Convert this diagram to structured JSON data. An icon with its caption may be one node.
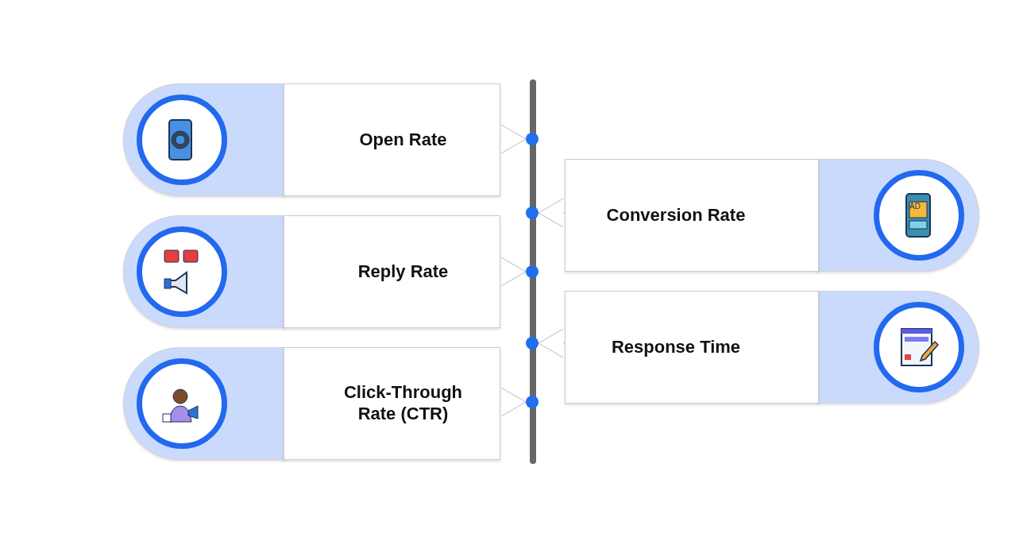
{
  "diagram": {
    "nodes": [
      {
        "text": [
          "Open Rate"
        ]
      },
      {
        "text": [
          "Conversion Rate"
        ]
      },
      {
        "text": [
          "Reply Rate"
        ]
      },
      {
        "text": [
          "Response Time"
        ]
      },
      {
        "text": [
          "Click-Through Rate (CTR)"
        ]
      },
      {
        "text": [],
        "shape": "circle"
      },
      {
        "text": [],
        "shape": "circle"
      },
      {
        "text": [],
        "shape": "circle"
      },
      {
        "text": [],
        "shape": "circle"
      },
      {
        "text": [],
        "shape": "circle"
      }
    ],
    "edges": [
      {
        "from": 0,
        "to": 5,
        "arrow": "to"
      },
      {
        "from": 1,
        "to": 6,
        "arrow": "to"
      },
      {
        "from": 2,
        "to": 7,
        "arrow": "to"
      },
      {
        "from": 3,
        "to": 8,
        "arrow": "to"
      },
      {
        "from": 4,
        "to": 9,
        "arrow": "to"
      }
    ],
    "labels": [
      "AD"
    ]
  }
}
